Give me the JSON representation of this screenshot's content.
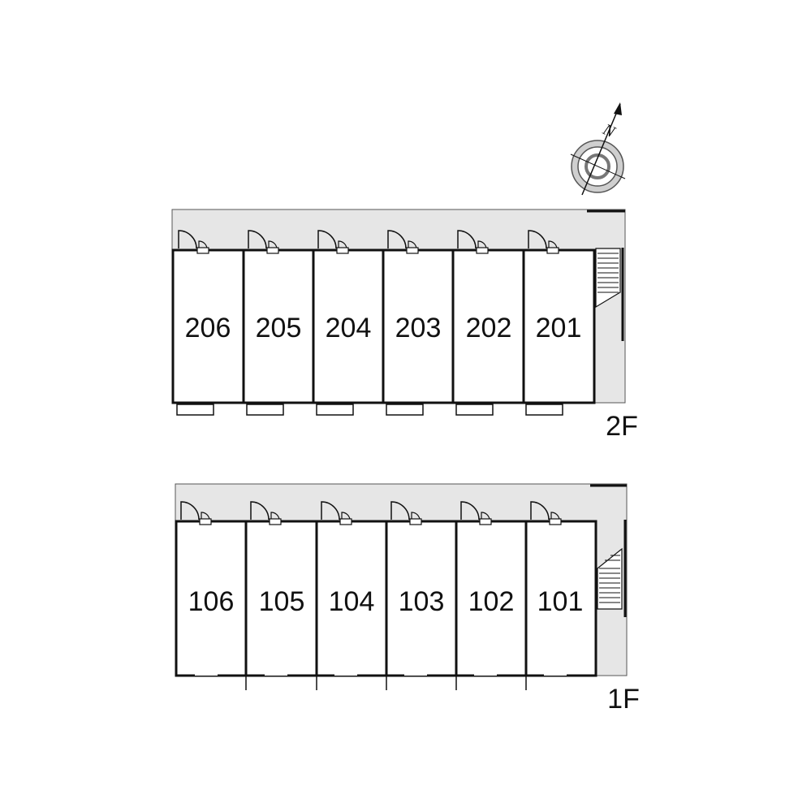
{
  "compass": {
    "north_label": "N"
  },
  "floors": [
    {
      "label": "2F",
      "units": [
        "206",
        "205",
        "204",
        "203",
        "202",
        "201"
      ]
    },
    {
      "label": "1F",
      "units": [
        "106",
        "105",
        "104",
        "103",
        "102",
        "101"
      ]
    }
  ],
  "colors": {
    "corridor": "#e6e6e6",
    "line": "#111111",
    "background": "#ffffff"
  }
}
